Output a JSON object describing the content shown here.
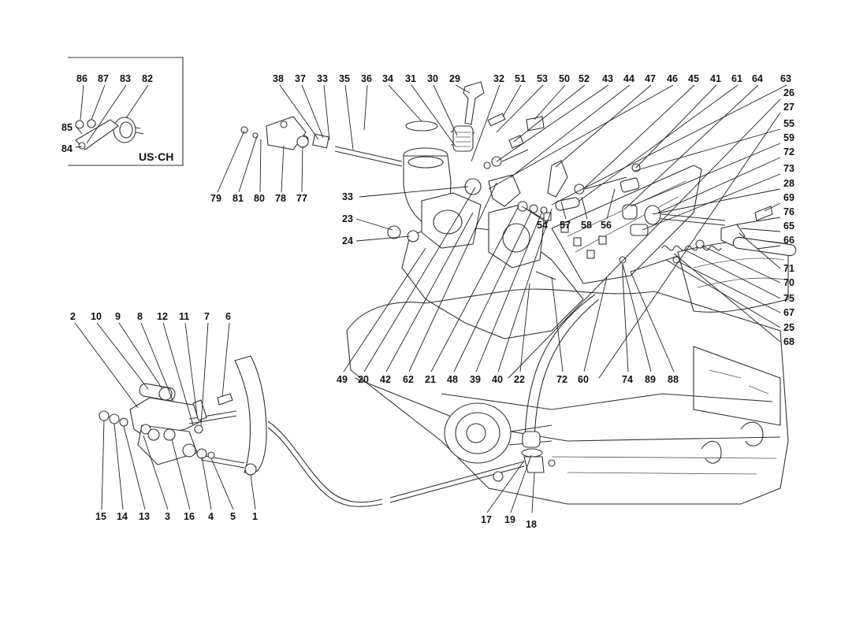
{
  "inset": {
    "title": "US·CH"
  },
  "labels": {
    "p86": "86",
    "p87": "87",
    "p83": "83",
    "p82": "82",
    "p85": "85",
    "p84": "84",
    "p38": "38",
    "p37": "37",
    "p33a": "33",
    "p35": "35",
    "p36": "36",
    "p34": "34",
    "p31": "31",
    "p30": "30",
    "p29": "29",
    "p32": "32",
    "p51": "51",
    "p53": "53",
    "p50": "50",
    "p52": "52",
    "p43": "43",
    "p44": "44",
    "p47": "47",
    "p46": "46",
    "p45": "45",
    "p41": "41",
    "p61": "61",
    "p64": "64",
    "p63": "63",
    "p26": "26",
    "p27": "27",
    "p55": "55",
    "p59": "59",
    "p72a": "72",
    "p73": "73",
    "p28": "28",
    "p69": "69",
    "p76": "76",
    "p65": "65",
    "p66": "66",
    "p71": "71",
    "p70": "70",
    "p75": "75",
    "p67": "67",
    "p25": "25",
    "p68": "68",
    "p79": "79",
    "p81": "81",
    "p80": "80",
    "p78": "78",
    "p77": "77",
    "p33b": "33",
    "p23": "23",
    "p24": "24",
    "p54": "54",
    "p57": "57",
    "p58": "58",
    "p56": "56",
    "p49": "49",
    "p20": "20",
    "p42": "42",
    "p62": "62",
    "p21": "21",
    "p48": "48",
    "p39": "39",
    "p40": "40",
    "p22": "22",
    "p72b": "72",
    "p60": "60",
    "p74": "74",
    "p89": "89",
    "p88": "88",
    "p2": "2",
    "p10": "10",
    "p9": "9",
    "p8": "8",
    "p12": "12",
    "p11": "11",
    "p7": "7",
    "p6": "6",
    "p15": "15",
    "p14": "14",
    "p13": "13",
    "p3": "3",
    "p16": "16",
    "p4": "4",
    "p5": "5",
    "p1": "1",
    "p17": "17",
    "p19": "19",
    "p18": "18"
  }
}
